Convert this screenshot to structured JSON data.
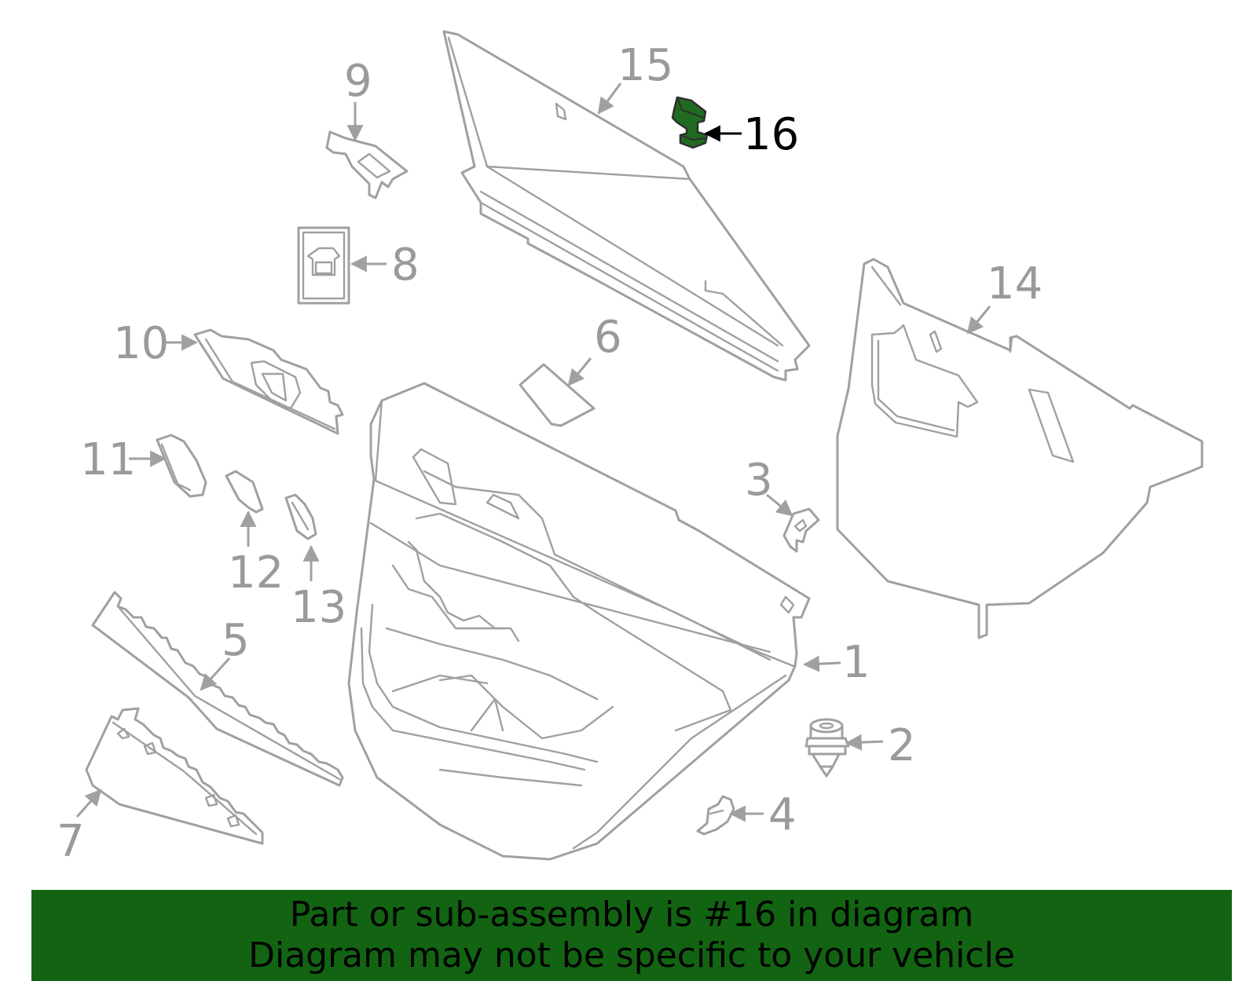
{
  "diagram": {
    "highlight_color": "#1f6b1f",
    "part_stroke_color": "#a0a0a0",
    "callouts": [
      {
        "id": "1",
        "label": "1"
      },
      {
        "id": "2",
        "label": "2"
      },
      {
        "id": "3",
        "label": "3"
      },
      {
        "id": "4",
        "label": "4"
      },
      {
        "id": "5",
        "label": "5"
      },
      {
        "id": "6",
        "label": "6"
      },
      {
        "id": "7",
        "label": "7"
      },
      {
        "id": "8",
        "label": "8"
      },
      {
        "id": "9",
        "label": "9"
      },
      {
        "id": "10",
        "label": "10"
      },
      {
        "id": "11",
        "label": "11"
      },
      {
        "id": "12",
        "label": "12"
      },
      {
        "id": "13",
        "label": "13"
      },
      {
        "id": "14",
        "label": "14"
      },
      {
        "id": "15",
        "label": "15"
      },
      {
        "id": "16",
        "label": "16",
        "highlighted": true
      }
    ]
  },
  "banner": {
    "line1": "Part or sub-assembly is #16 in diagram",
    "line2": "Diagram may not be specific to your vehicle",
    "background": "#126412"
  }
}
